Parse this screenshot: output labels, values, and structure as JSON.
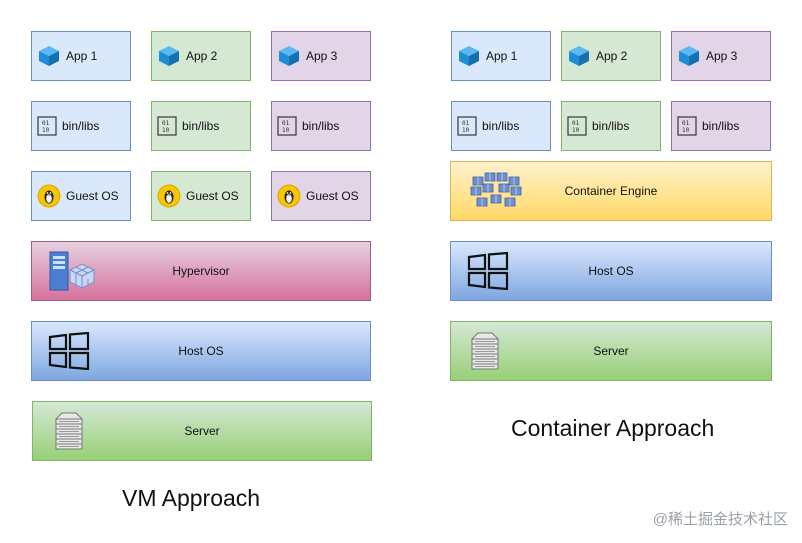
{
  "vm": {
    "apps": [
      "App 1",
      "App 2",
      "App 3"
    ],
    "bins": [
      "bin/libs",
      "bin/libs",
      "bin/libs"
    ],
    "guests": [
      "Guest OS",
      "Guest OS",
      "Guest OS"
    ],
    "hypervisor": "Hypervisor",
    "host_os": "Host OS",
    "server": "Server",
    "caption": "VM Approach"
  },
  "container": {
    "apps": [
      "App 1",
      "App 2",
      "App 3"
    ],
    "bins": [
      "bin/libs",
      "bin/libs",
      "bin/libs"
    ],
    "engine": "Container Engine",
    "host_os": "Host OS",
    "server": "Server",
    "caption": "Container Approach"
  },
  "watermark": "@稀土掘金技术社区",
  "colors": {
    "blue_fill": "#dae8fc",
    "green_fill": "#d5e8d4",
    "purple_fill": "#e1d5e7",
    "yellow_fill": "#ffd966",
    "pink_fill": "#d5739d",
    "cube_blue": "#1f8dd6"
  },
  "icons": [
    "cube-icon",
    "binary-icon",
    "linux-penguin-icon",
    "windows-logo-icon",
    "server-rack-icon",
    "hypervisor-icon",
    "container-engine-icon"
  ]
}
